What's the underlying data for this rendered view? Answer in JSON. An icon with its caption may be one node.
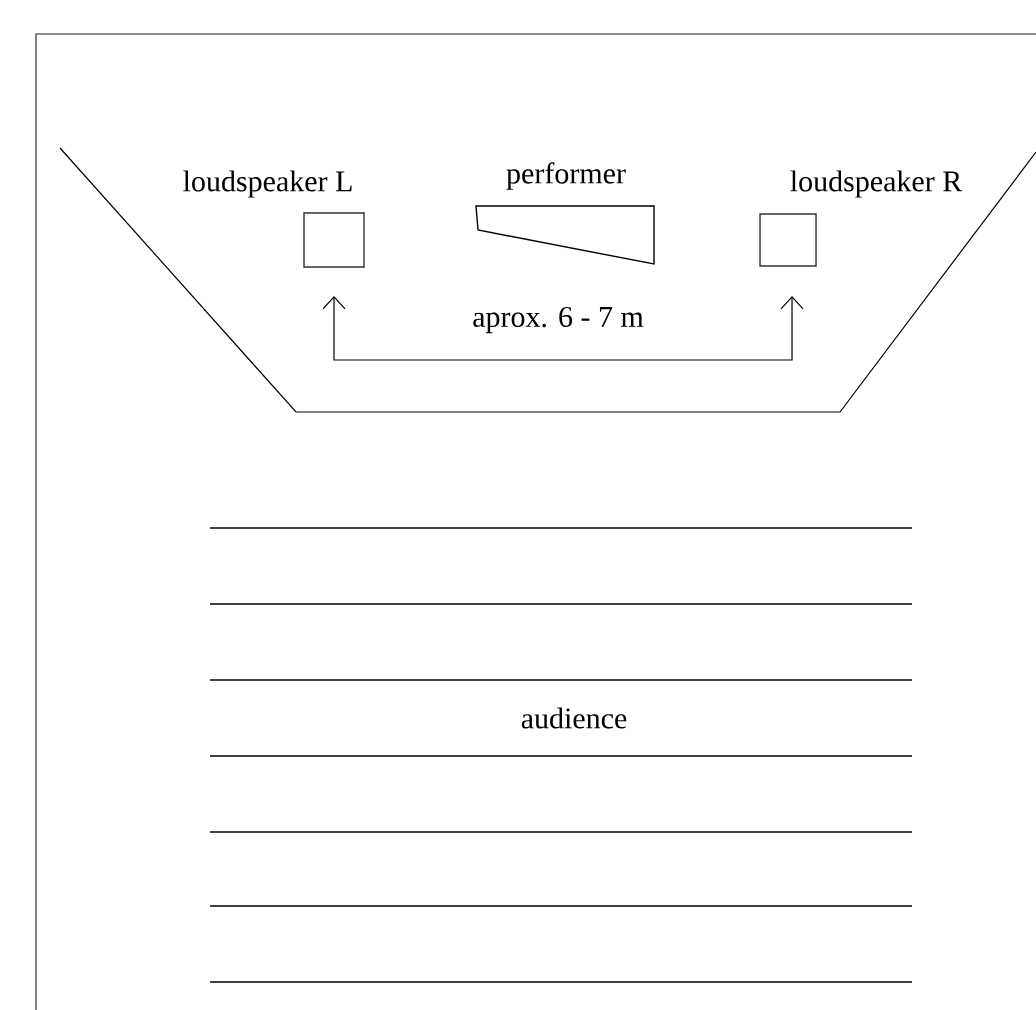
{
  "diagram": {
    "nodes": [
      {
        "text": [
          "loudspeaker L"
        ]
      },
      {
        "text": [
          "performer"
        ]
      },
      {
        "text": [
          "loudspeaker R"
        ]
      }
    ],
    "labels": [
      "aprox. 6 - 7 m",
      "audience"
    ]
  }
}
